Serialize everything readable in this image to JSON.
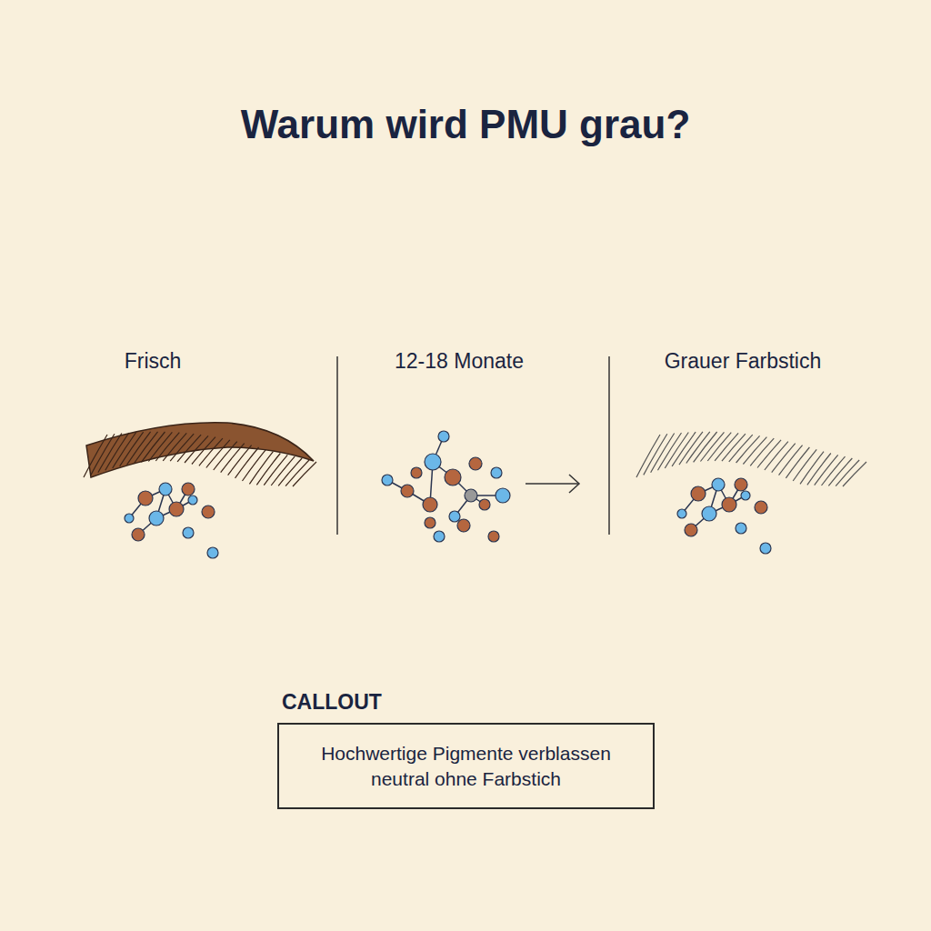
{
  "diagram": {
    "title": "Warum wird PMU grau?",
    "nodes": [
      {
        "text": [
          "CALLOUT",
          "Hochwertige Pigmente verblassen neutral ohne Farbstich"
        ]
      }
    ],
    "labels": [
      "Frisch",
      "12-18 Monate",
      "Grauer Farbstich"
    ]
  }
}
